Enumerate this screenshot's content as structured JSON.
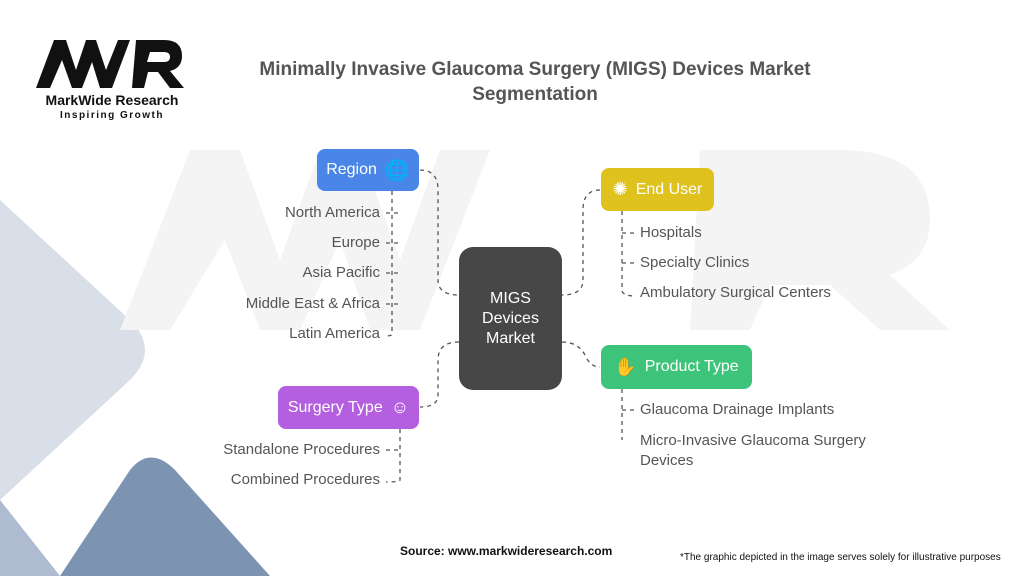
{
  "logo": {
    "mark": "MWR",
    "name": "MarkWide Research",
    "tagline": "Inspiring Growth"
  },
  "title": "Minimally Invasive Glaucoma Surgery (MIGS) Devices Market Segmentation",
  "center": "MIGS Devices Market",
  "segments": {
    "region": {
      "label": "Region",
      "icon": "globe-location-icon",
      "color": "#4a86e8",
      "items": [
        "North America",
        "Europe",
        "Asia Pacific",
        "Middle East & Africa",
        "Latin America"
      ]
    },
    "end_user": {
      "label": "End User",
      "icon": "network-people-icon",
      "color": "#dfc21e",
      "items": [
        "Hospitals",
        "Specialty Clinics",
        "Ambulatory Surgical Centers"
      ]
    },
    "product_type": {
      "label": "Product Type",
      "icon": "hand-chip-icon",
      "color": "#3ec47a",
      "items": [
        "Glaucoma Drainage Implants",
        "Micro-Invasive Glaucoma Surgery Devices"
      ]
    },
    "surgery_type": {
      "label": "Surgery Type",
      "icon": "face-icon",
      "color": "#b45fe0",
      "items": [
        "Standalone Procedures",
        "Combined Procedures"
      ]
    }
  },
  "footer": {
    "source": "Source: www.markwideresearch.com",
    "note": "*The graphic depicted in the image serves solely for illustrative purposes"
  }
}
